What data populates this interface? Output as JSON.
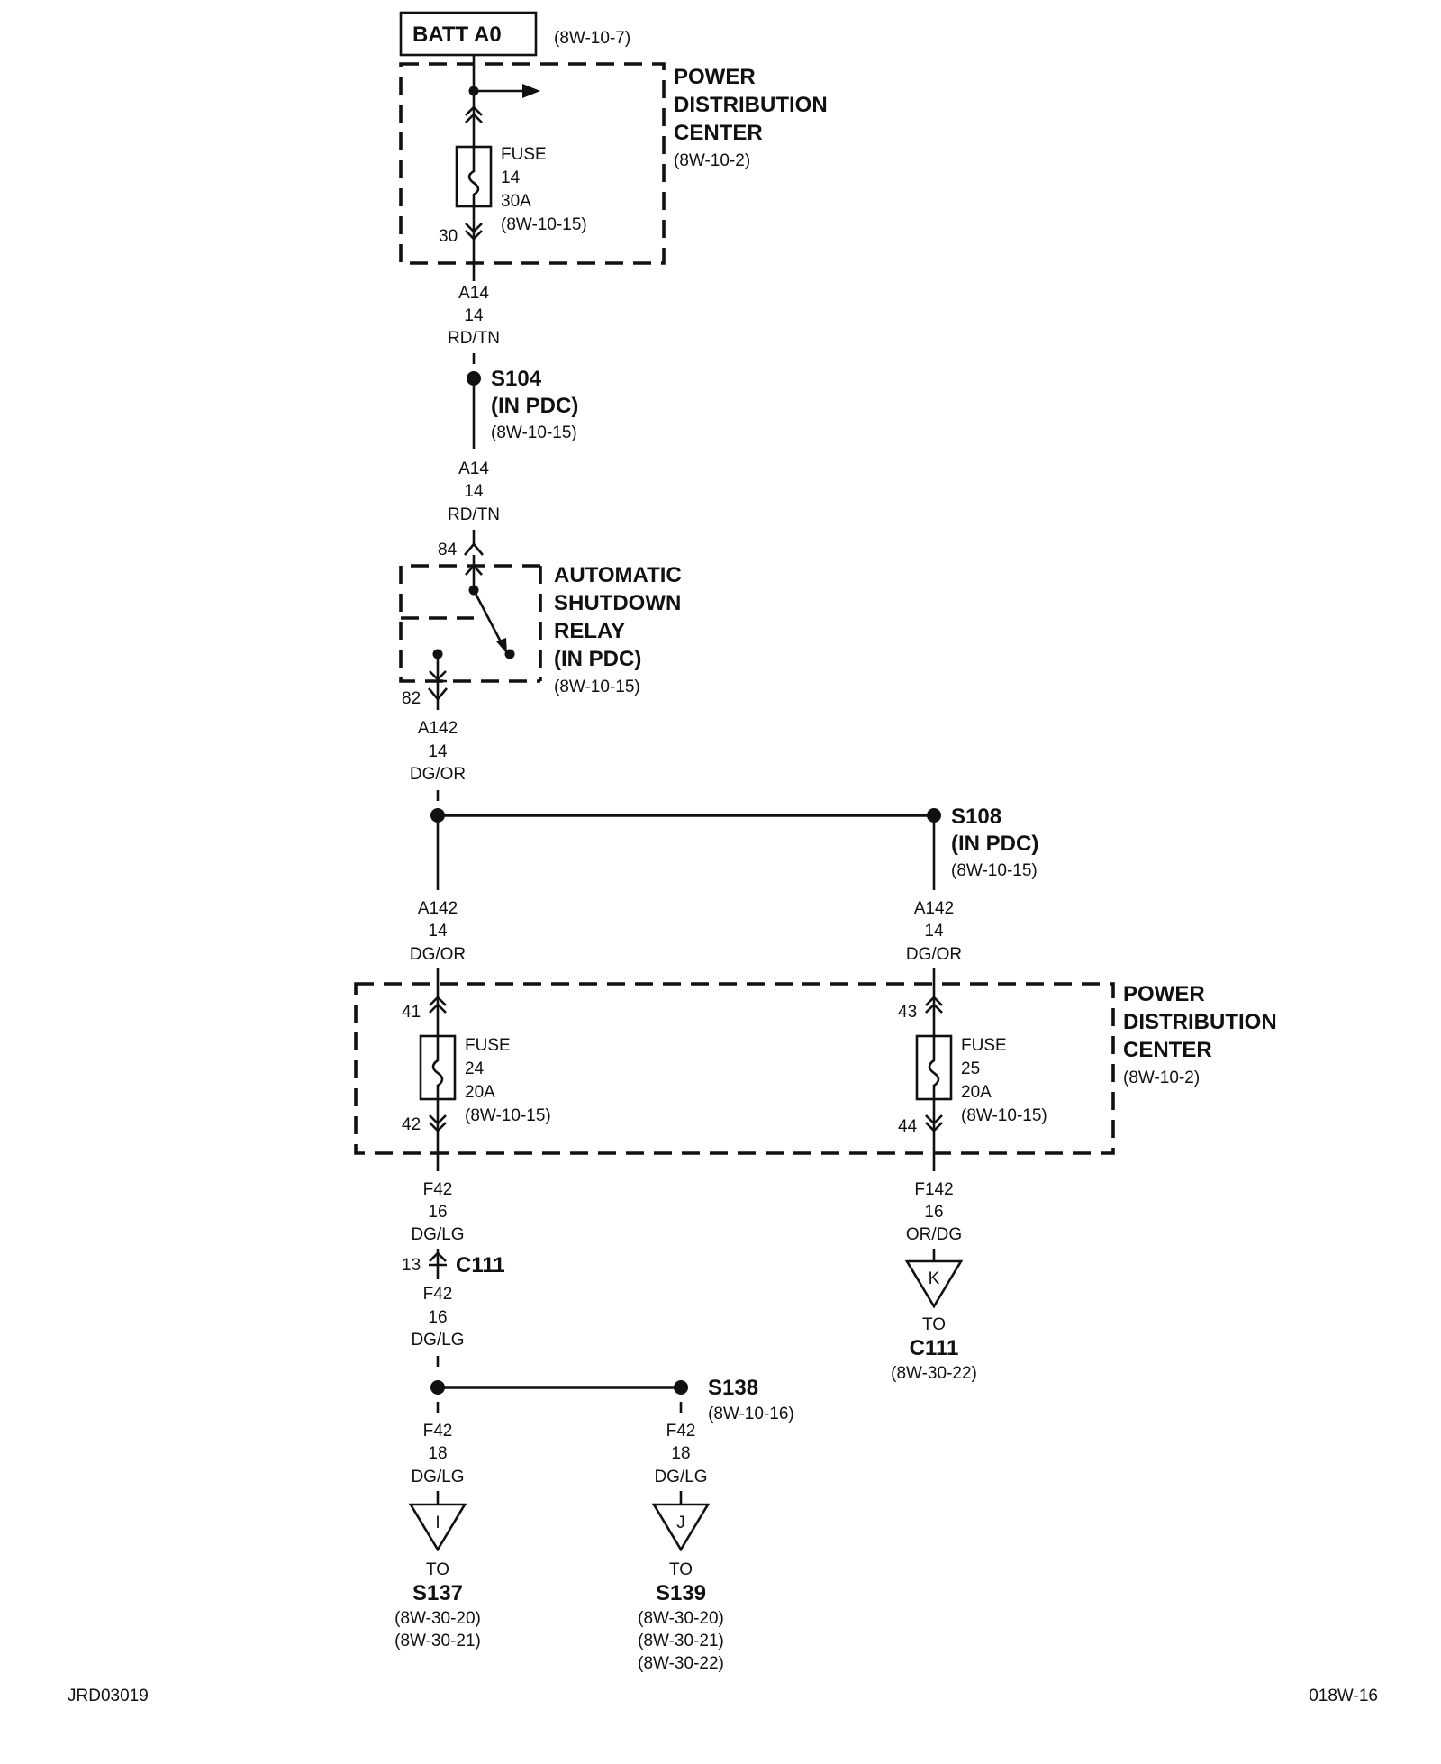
{
  "top": {
    "batt_label": "BATT A0",
    "batt_ref": "(8W-10-7)"
  },
  "pdc_top": {
    "title": [
      "POWER",
      "DISTRIBUTION",
      "CENTER"
    ],
    "ref": "(8W-10-2)",
    "fuse": {
      "lines": [
        "FUSE",
        "14",
        "30A",
        "(8W-10-15)"
      ],
      "pin": "30"
    }
  },
  "wire_a14_upper": {
    "lines": [
      "A14",
      "14",
      "RD/TN"
    ]
  },
  "s104": {
    "name": "S104",
    "sub": "(IN PDC)",
    "ref": "(8W-10-15)"
  },
  "wire_a14_lower": {
    "lines": [
      "A14",
      "14",
      "RD/TN"
    ]
  },
  "asd_relay": {
    "title": [
      "AUTOMATIC",
      "SHUTDOWN",
      "RELAY",
      "(IN PDC)"
    ],
    "ref": "(8W-10-15)",
    "pin_in": "84",
    "pin_out": "82"
  },
  "wire_a142_upper": {
    "lines": [
      "A142",
      "14",
      "DG/OR"
    ]
  },
  "s108": {
    "name": "S108",
    "sub": "(IN PDC)",
    "ref": "(8W-10-15)"
  },
  "wire_a142_left": {
    "lines": [
      "A142",
      "14",
      "DG/OR"
    ]
  },
  "wire_a142_right": {
    "lines": [
      "A142",
      "14",
      "DG/OR"
    ]
  },
  "pdc_bottom": {
    "title": [
      "POWER",
      "DISTRIBUTION",
      "CENTER"
    ],
    "ref": "(8W-10-2)",
    "fuse24": {
      "lines": [
        "FUSE",
        "24",
        "20A",
        "(8W-10-15)"
      ],
      "pin_in": "41",
      "pin_out": "42"
    },
    "fuse25": {
      "lines": [
        "FUSE",
        "25",
        "20A",
        "(8W-10-15)"
      ],
      "pin_in": "43",
      "pin_out": "44"
    }
  },
  "wire_f42_a": {
    "lines": [
      "F42",
      "16",
      "DG/LG"
    ]
  },
  "c111_conn": {
    "name": "C111",
    "pin": "13"
  },
  "wire_f42_b": {
    "lines": [
      "F42",
      "16",
      "DG/LG"
    ]
  },
  "wire_f142": {
    "lines": [
      "F142",
      "16",
      "OR/DG"
    ]
  },
  "offpage_k": {
    "letter": "K",
    "to": "TO",
    "dest": "C111",
    "refs": [
      "(8W-30-22)"
    ]
  },
  "s138": {
    "name": "S138",
    "ref": "(8W-10-16)"
  },
  "wire_f42_c": {
    "lines": [
      "F42",
      "18",
      "DG/LG"
    ]
  },
  "wire_f42_d": {
    "lines": [
      "F42",
      "18",
      "DG/LG"
    ]
  },
  "offpage_i": {
    "letter": "I",
    "to": "TO",
    "dest": "S137",
    "refs": [
      "(8W-30-20)",
      "(8W-30-21)"
    ]
  },
  "offpage_j": {
    "letter": "J",
    "to": "TO",
    "dest": "S139",
    "refs": [
      "(8W-30-20)",
      "(8W-30-21)",
      "(8W-30-22)"
    ]
  },
  "footer": {
    "left_code": "JRD03019",
    "right_code": "018W-16"
  }
}
